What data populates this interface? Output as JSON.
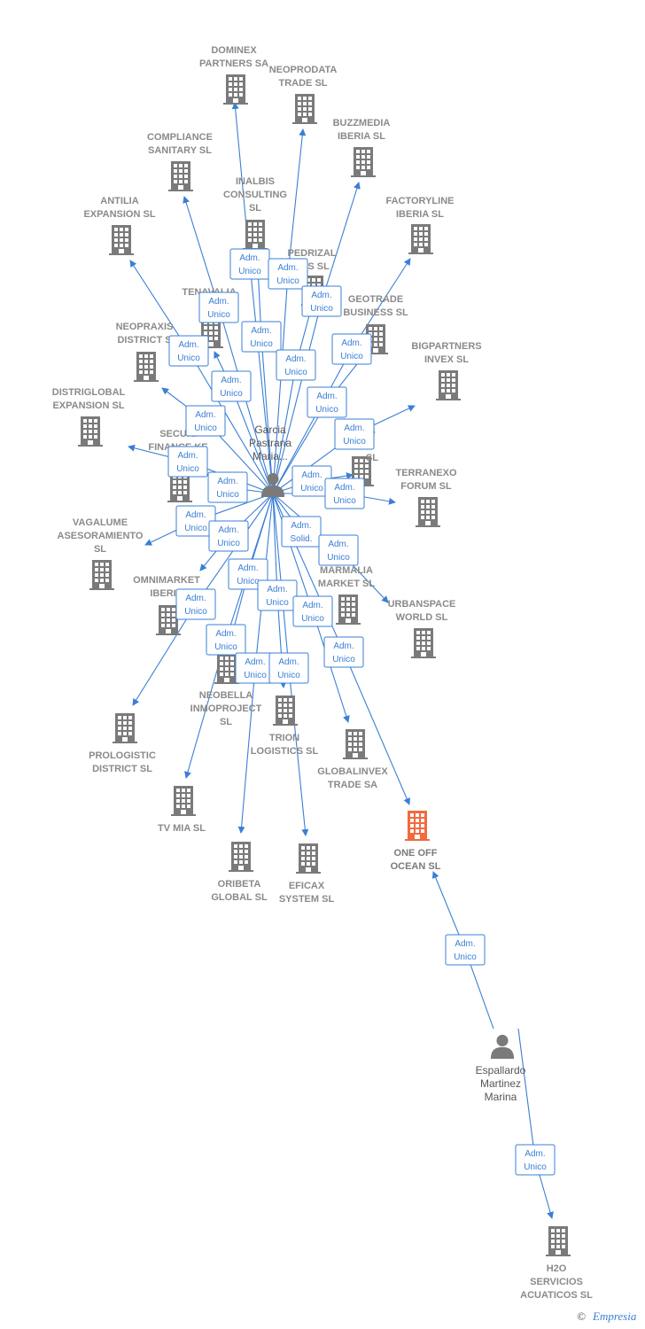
{
  "colors": {
    "edge": "#3a7fd5",
    "company": "#7a7a7a",
    "company_highlight": "#f26a3d",
    "person": "#7a7a7a"
  },
  "persons": [
    {
      "id": "p1",
      "lines": [
        "Garcia",
        "Pastrana",
        "Maria..."
      ]
    },
    {
      "id": "p2",
      "lines": [
        "Espallardo",
        "Martinez",
        "Marina"
      ]
    }
  ],
  "companies": [
    {
      "id": "dominex",
      "lines": [
        "DOMINEX",
        "PARTNERS SA"
      ]
    },
    {
      "id": "neoprodata",
      "lines": [
        "NEOPRODATA",
        "TRADE  SL"
      ]
    },
    {
      "id": "buzzmedia",
      "lines": [
        "BUZZMEDIA",
        "IBERIA  SL"
      ]
    },
    {
      "id": "compliance",
      "lines": [
        "COMPLIANCE",
        "SANITARY  SL"
      ]
    },
    {
      "id": "inalbis",
      "lines": [
        "INALBIS",
        "CONSULTING",
        "SL"
      ]
    },
    {
      "id": "factoryline",
      "lines": [
        "FACTORYLINE",
        "IBERIA  SL"
      ]
    },
    {
      "id": "antilia",
      "lines": [
        "ANTILIA",
        "EXPANSION  SL"
      ]
    },
    {
      "id": "pedrizal",
      "lines": [
        "PEDRIZAL",
        "ERS  SL"
      ]
    },
    {
      "id": "tenavalia",
      "lines": [
        "TENAVALIA",
        "IBE"
      ]
    },
    {
      "id": "geotrade",
      "lines": [
        "GEOTRADE",
        "BUSINESS  SL"
      ]
    },
    {
      "id": "neopraxis",
      "lines": [
        "NEOPRAXIS",
        "DISTRICT  S"
      ]
    },
    {
      "id": "bigpartners",
      "lines": [
        "BIGPARTNERS",
        "INVEX  SL"
      ]
    },
    {
      "id": "distriglobal",
      "lines": [
        "DISTRIGLOBAL",
        "EXPANSION  SL"
      ]
    },
    {
      "id": "securi",
      "lines": [
        "SECURI",
        "FINANCE KE"
      ]
    },
    {
      "id": "ix",
      "lines": [
        "S",
        "I",
        "SL"
      ]
    },
    {
      "id": "terranexo",
      "lines": [
        "TERRANEXO",
        "FORUM  SL"
      ]
    },
    {
      "id": "vagalume",
      "lines": [
        "VAGALUME",
        "ASESORAMIENTO",
        "SL"
      ]
    },
    {
      "id": "omnimarket",
      "lines": [
        "OMNIMARKET",
        "IBERIA"
      ]
    },
    {
      "id": "marmalia",
      "lines": [
        "MARMALIA",
        "MARKET  SL"
      ]
    },
    {
      "id": "urbanspace",
      "lines": [
        "URBANSPACE",
        "WORLD  SL"
      ]
    },
    {
      "id": "neobella",
      "lines": [
        "NEOBELLA",
        "INMOPROJECT",
        "SL"
      ]
    },
    {
      "id": "trion",
      "lines": [
        "TRION",
        "LOGISTICS  SL"
      ]
    },
    {
      "id": "globalinvex",
      "lines": [
        "GLOBALINVEX",
        "TRADE SA"
      ]
    },
    {
      "id": "prologistic",
      "lines": [
        "PROLOGISTIC",
        "DISTRICT  SL"
      ]
    },
    {
      "id": "tvmia",
      "lines": [
        "TV MIA  SL"
      ]
    },
    {
      "id": "oneoff",
      "lines": [
        "ONE OFF",
        "OCEAN  SL"
      ],
      "highlight": true
    },
    {
      "id": "oribeta",
      "lines": [
        "ORIBETA",
        "GLOBAL  SL"
      ]
    },
    {
      "id": "eficax",
      "lines": [
        "EFICAX",
        "SYSTEM SL"
      ]
    },
    {
      "id": "h2o",
      "lines": [
        "H2O",
        "SERVICIOS",
        "ACUATICOS SL"
      ]
    }
  ],
  "roles": [
    {
      "id": "r1",
      "lines": [
        "Adm.",
        "Unico"
      ]
    },
    {
      "id": "r2",
      "lines": [
        "Adm.",
        "Unico"
      ]
    },
    {
      "id": "r3",
      "lines": [
        "Adm.",
        "Unico"
      ]
    },
    {
      "id": "r4",
      "lines": [
        "Adm.",
        "Unico"
      ]
    },
    {
      "id": "r5",
      "lines": [
        "Adm.",
        "Unico"
      ]
    },
    {
      "id": "r6",
      "lines": [
        "Adm.",
        "Unico"
      ]
    },
    {
      "id": "r7",
      "lines": [
        "Adm.",
        "Unico"
      ]
    },
    {
      "id": "r8",
      "lines": [
        "Adm.",
        "Unico"
      ]
    },
    {
      "id": "r9",
      "lines": [
        "Adm.",
        "Unico"
      ]
    },
    {
      "id": "r10",
      "lines": [
        "Adm.",
        "Unico"
      ]
    },
    {
      "id": "r11",
      "lines": [
        "Adm.",
        "Unico"
      ]
    },
    {
      "id": "r12",
      "lines": [
        "Adm.",
        "Unico"
      ]
    },
    {
      "id": "r13",
      "lines": [
        "Adm.",
        "Unico"
      ]
    },
    {
      "id": "r14",
      "lines": [
        "Adm.",
        "Unico"
      ]
    },
    {
      "id": "r15",
      "lines": [
        "Adm.",
        "Unico"
      ]
    },
    {
      "id": "r16",
      "lines": [
        "Adm.",
        "Unico"
      ]
    },
    {
      "id": "r17",
      "lines": [
        "Adm.",
        "Unico"
      ]
    },
    {
      "id": "r18",
      "lines": [
        "Adm.",
        "Unico"
      ]
    },
    {
      "id": "r19",
      "lines": [
        "Adm.",
        "Solid."
      ]
    },
    {
      "id": "r20",
      "lines": [
        "Adm.",
        "Unico"
      ]
    },
    {
      "id": "r21",
      "lines": [
        "Adm.",
        "Unico"
      ]
    },
    {
      "id": "r22",
      "lines": [
        "Adm.",
        "Unico"
      ]
    },
    {
      "id": "r23",
      "lines": [
        "Adm.",
        "Unico"
      ]
    },
    {
      "id": "r24",
      "lines": [
        "Adm.",
        "Unico"
      ]
    },
    {
      "id": "r25",
      "lines": [
        "Adm.",
        "Unico"
      ]
    },
    {
      "id": "r26",
      "lines": [
        "Adm.",
        "Unico"
      ]
    },
    {
      "id": "r27",
      "lines": [
        "Adm.",
        "Unico"
      ]
    },
    {
      "id": "r28",
      "lines": [
        "Adm.",
        "Unico"
      ]
    },
    {
      "id": "r29",
      "lines": [
        "Adm.",
        "Unico"
      ]
    },
    {
      "id": "r30",
      "lines": [
        "Adm.",
        "Unico"
      ]
    }
  ],
  "footer": {
    "copyright": "©",
    "brand": "Empresia"
  }
}
